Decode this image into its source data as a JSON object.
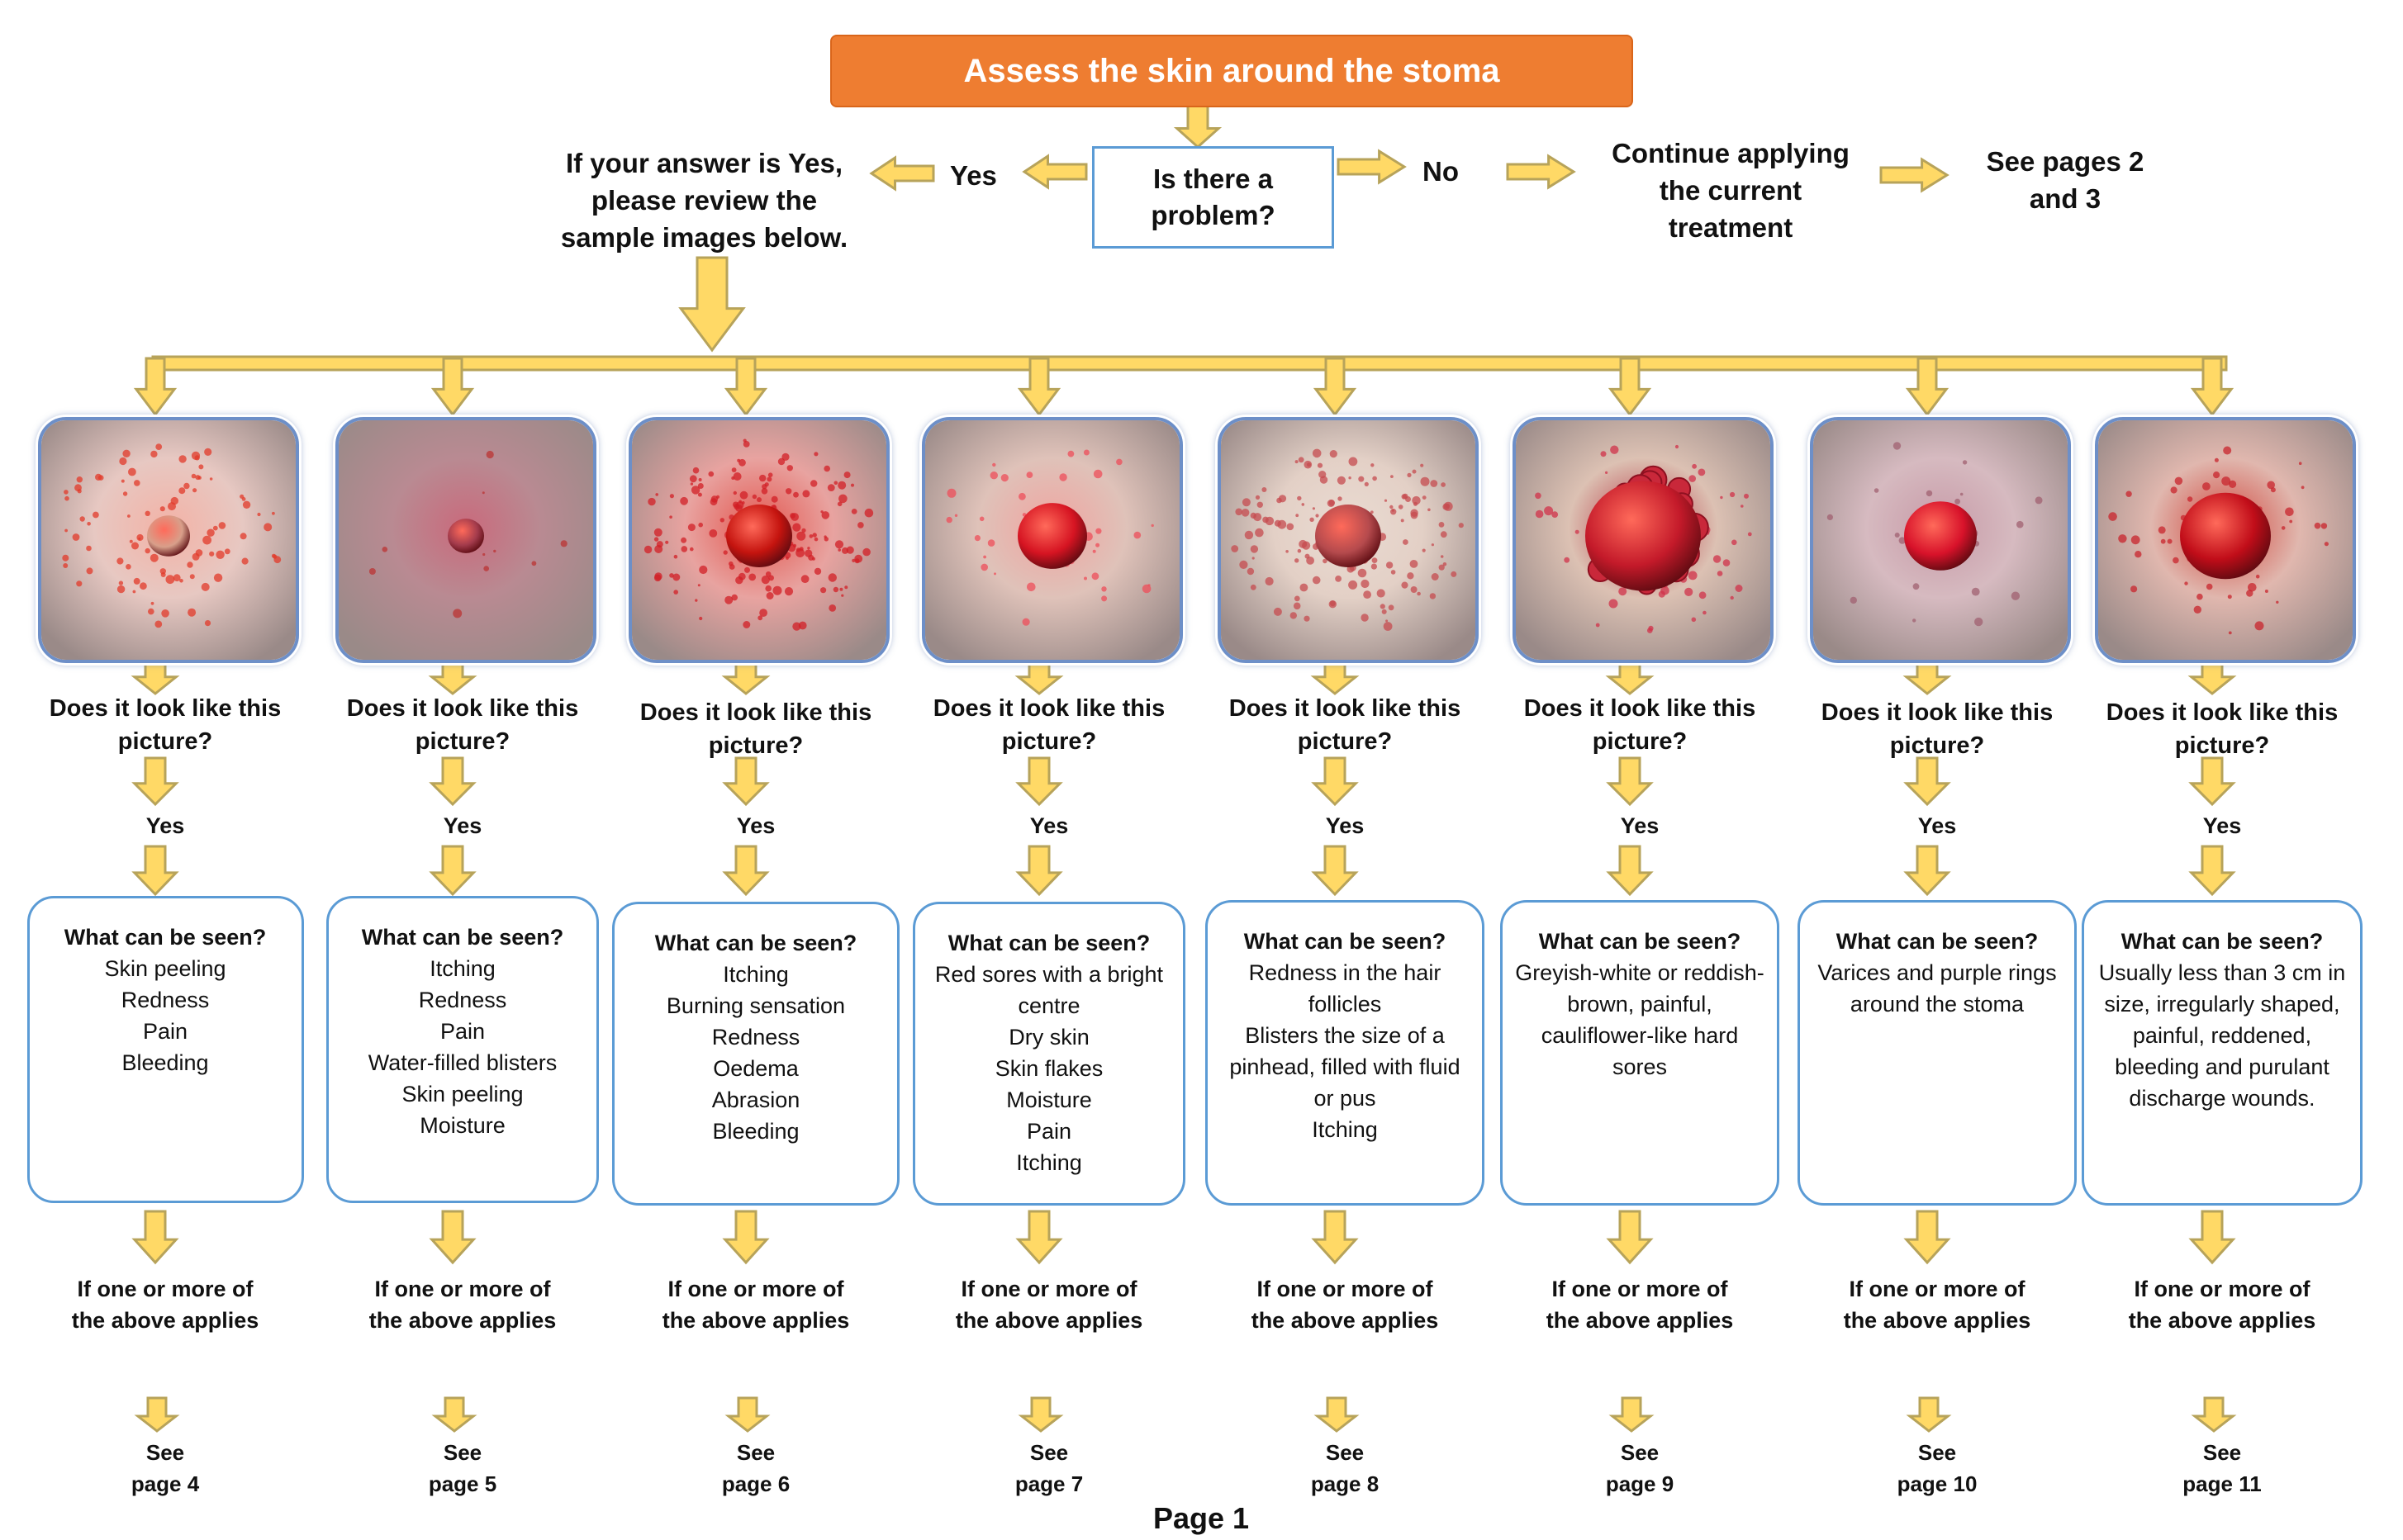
{
  "title": "Assess the skin around the stoma",
  "question": "Is there a problem?",
  "yes_label": "Yes",
  "no_label": "No",
  "yes_instruction": "If your answer is Yes, please review the sample images below.",
  "no_action": "Continue applying the current treatment",
  "no_reference": "See pages 2 and 3",
  "page_label": "Page 1",
  "colors": {
    "title_fill": "#EE7D31",
    "arrow_fill": "#FFD966",
    "arrow_stroke": "#B7A35A",
    "box_border": "#5B9BD5"
  },
  "columns": [
    {
      "question": "Does it look like this picture?",
      "answer": "Yes",
      "seen_title": "What can be seen?",
      "seen_items": [
        "Skin peeling",
        "Redness",
        "Pain",
        "Bleeding"
      ],
      "applies": "If one or more of the above applies",
      "see": "See",
      "page": "page 4"
    },
    {
      "question": "Does it look like this picture?",
      "answer": "Yes",
      "seen_title": "What can be seen?",
      "seen_items": [
        "Itching",
        "Redness",
        "Pain",
        "Water-filled blisters",
        "Skin peeling",
        "Moisture"
      ],
      "applies": "If one or more of the above applies",
      "see": "See",
      "page": "page 5"
    },
    {
      "question": "Does it look like this picture?",
      "answer": "Yes",
      "seen_title": "What can be seen?",
      "seen_items": [
        "Itching",
        "Burning sensation",
        "Redness",
        "Oedema",
        "Abrasion",
        "Bleeding"
      ],
      "applies": "If one or more of the above applies",
      "see": "See",
      "page": "page 6"
    },
    {
      "question": "Does it look like this picture?",
      "answer": "Yes",
      "seen_title": "What can be seen?",
      "seen_items": [
        "Red sores with a bright centre",
        "Dry skin",
        "Skin flakes",
        "Moisture",
        "Pain",
        "Itching"
      ],
      "applies": "If one or more of the above applies",
      "see": "See",
      "page": "page 7"
    },
    {
      "question": "Does it look like this picture?",
      "answer": "Yes",
      "seen_title": "What can be seen?",
      "seen_items": [
        "Redness in the hair follicles",
        "Blisters the size of a pinhead, filled with fluid or pus",
        "Itching"
      ],
      "applies": "If one or more of the above applies",
      "see": "See",
      "page": "page 8"
    },
    {
      "question": "Does it look like this picture?",
      "answer": "Yes",
      "seen_title": "What can be seen?",
      "seen_items": [
        "Greyish-white or reddish-brown, painful, cauliflower-like hard sores"
      ],
      "applies": "If one or more of the above applies",
      "see": "See",
      "page": "page 9"
    },
    {
      "question": "Does it look like this picture?",
      "answer": "Yes",
      "seen_title": "What can be seen?",
      "seen_items": [
        "Varices and purple rings around the stoma"
      ],
      "applies": "If one or more of the above applies",
      "see": "See",
      "page": "page 10"
    },
    {
      "question": "Does it look like this picture?",
      "answer": "Yes",
      "seen_title": "What can be seen?",
      "seen_items": [
        "Usually less than 3 cm in size, irregularly shaped, painful, reddened, bleeding and purulant discharge wounds."
      ],
      "applies": "If one or more of the above applies",
      "see": "See",
      "page": "page 11"
    }
  ]
}
